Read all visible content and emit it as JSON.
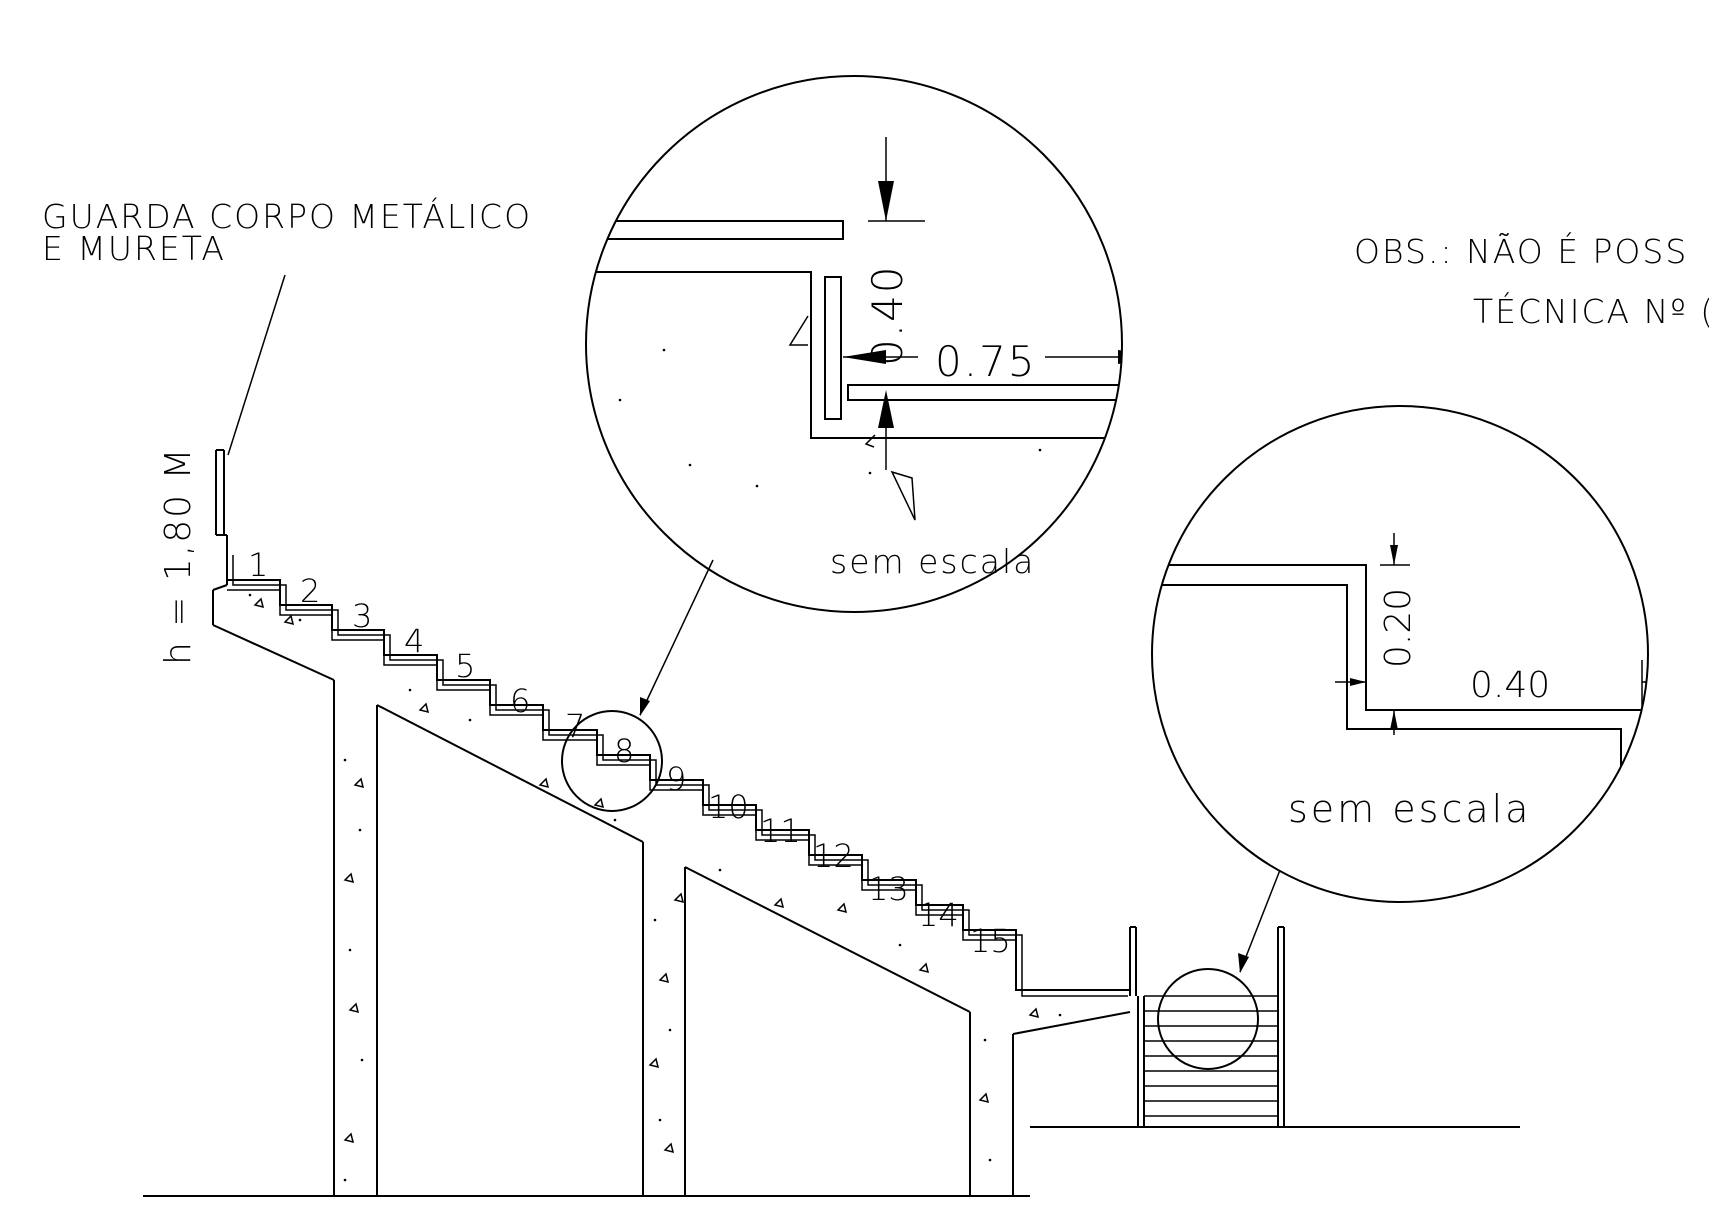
{
  "labels": {
    "guardrail_line1": "GUARDA CORPO METÁLICO",
    "guardrail_line2": "E MURETA",
    "height": "h = 1,80 M",
    "obs_line1": "OBS.: NÃO É POSS",
    "obs_line2": "TÉCNICA Nº (",
    "scale_note_detail_1": "sem escala",
    "scale_note_detail_2": "sem escala"
  },
  "dimensions": {
    "detail_1_vertical": "0.40",
    "detail_1_horizontal": "0.75",
    "detail_2_vertical": "0.20",
    "detail_2_horizontal": "0.40"
  },
  "step_numbers": [
    "1",
    "2",
    "3",
    "4",
    "5",
    "6",
    "7",
    "8",
    "9",
    "10",
    "11",
    "12",
    "13",
    "14",
    "15"
  ]
}
